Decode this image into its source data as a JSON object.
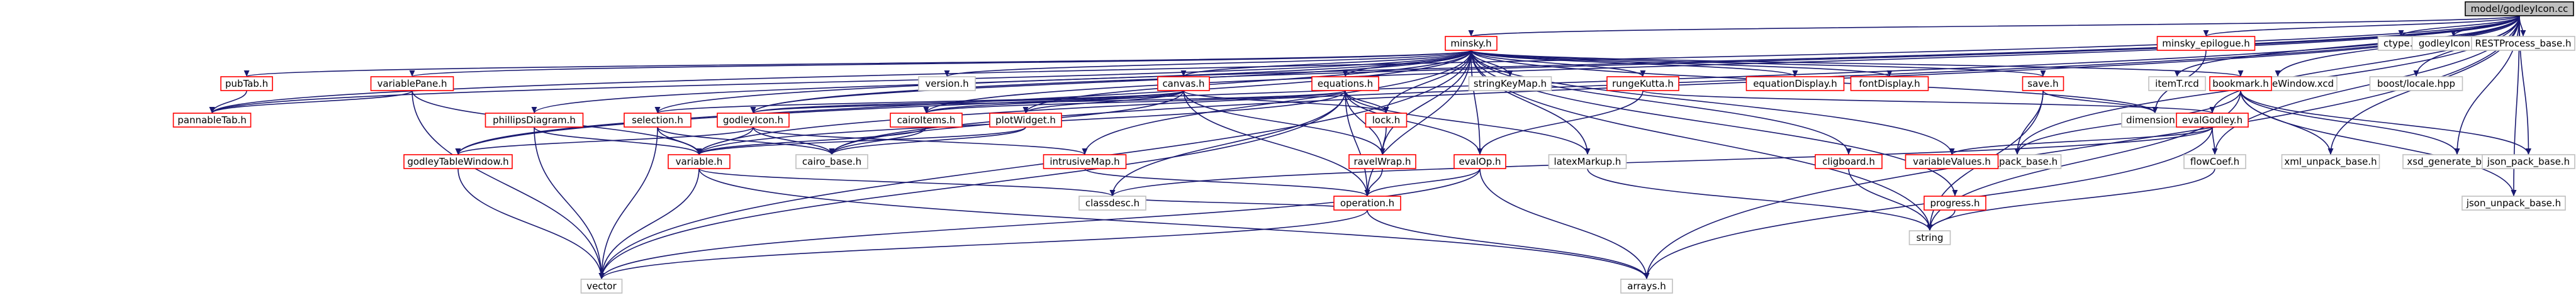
{
  "diagram": {
    "colors": {
      "root_fill": "#bfbfbf",
      "root_stroke": "#000000",
      "link_stroke": "#ff0000",
      "system_stroke": "#bfbfbf",
      "node_fill": "#ffffff",
      "edge": "#191970"
    },
    "nodes": [
      {
        "id": "root",
        "label": "model/godleyIcon.cc",
        "kind": "root"
      },
      {
        "id": "minsky",
        "label": "minsky.h",
        "kind": "link"
      },
      {
        "id": "minsky_epilogue",
        "label": "minsky_epilogue.h",
        "kind": "link"
      },
      {
        "id": "ctype",
        "label": "ctype.h",
        "kind": "system"
      },
      {
        "id": "godleyIcon_rcd",
        "label": "godleyIcon.rcd",
        "kind": "system"
      },
      {
        "id": "RESTProcess_base",
        "label": "RESTProcess_base.h",
        "kind": "system"
      },
      {
        "id": "itemT_rcd",
        "label": "itemT.rcd",
        "kind": "system"
      },
      {
        "id": "godleyTableWindow_xcd",
        "label": "godleyTableWindow.xcd",
        "kind": "system"
      },
      {
        "id": "boost_locale",
        "label": "boost/locale.hpp",
        "kind": "system"
      },
      {
        "id": "pubTab",
        "label": "pubTab.h",
        "kind": "link"
      },
      {
        "id": "variablePane",
        "label": "variablePane.h",
        "kind": "link"
      },
      {
        "id": "version",
        "label": "version.h",
        "kind": "system"
      },
      {
        "id": "canvas",
        "label": "canvas.h",
        "kind": "link"
      },
      {
        "id": "equations",
        "label": "equations.h",
        "kind": "link"
      },
      {
        "id": "stringKeyMap",
        "label": "stringKeyMap.h",
        "kind": "system"
      },
      {
        "id": "rungeKutta",
        "label": "rungeKutta.h",
        "kind": "link"
      },
      {
        "id": "equationDisplay",
        "label": "equationDisplay.h",
        "kind": "link"
      },
      {
        "id": "fontDisplay",
        "label": "fontDisplay.h",
        "kind": "link"
      },
      {
        "id": "save",
        "label": "save.h",
        "kind": "link"
      },
      {
        "id": "bookmark",
        "label": "bookmark.h",
        "kind": "link"
      },
      {
        "id": "dimension",
        "label": "dimension.h",
        "kind": "system"
      },
      {
        "id": "pannableTab",
        "label": "pannableTab.h",
        "kind": "link"
      },
      {
        "id": "phillipsDiagram",
        "label": "phillipsDiagram.h",
        "kind": "link"
      },
      {
        "id": "selection",
        "label": "selection.h",
        "kind": "link"
      },
      {
        "id": "godleyIcon_h",
        "label": "godleyIcon.h",
        "kind": "link"
      },
      {
        "id": "cairoItems",
        "label": "cairoItems.h",
        "kind": "link"
      },
      {
        "id": "plotWidget",
        "label": "plotWidget.h",
        "kind": "link"
      },
      {
        "id": "lock",
        "label": "lock.h",
        "kind": "link"
      },
      {
        "id": "xml_pack_base",
        "label": "xml_pack_base.h",
        "kind": "system"
      },
      {
        "id": "evalGodley",
        "label": "evalGodley.h",
        "kind": "link"
      },
      {
        "id": "xml_unpack_base",
        "label": "xml_unpack_base.h",
        "kind": "system"
      },
      {
        "id": "xsd_generate_base",
        "label": "xsd_generate_base.h",
        "kind": "system"
      },
      {
        "id": "json_pack_base",
        "label": "json_pack_base.h",
        "kind": "system"
      },
      {
        "id": "json_unpack_base",
        "label": "json_unpack_base.h",
        "kind": "system"
      },
      {
        "id": "godleyTableWindow_h",
        "label": "godleyTableWindow.h",
        "kind": "link"
      },
      {
        "id": "variable",
        "label": "variable.h",
        "kind": "link"
      },
      {
        "id": "cairo_base",
        "label": "cairo_base.h",
        "kind": "system"
      },
      {
        "id": "intrusiveMap",
        "label": "intrusiveMap.h",
        "kind": "link"
      },
      {
        "id": "latexMarkup",
        "label": "latexMarkup.h",
        "kind": "system"
      },
      {
        "id": "ravelWrap",
        "label": "ravelWrap.h",
        "kind": "link"
      },
      {
        "id": "evalOp",
        "label": "evalOp.h",
        "kind": "link"
      },
      {
        "id": "variableValues",
        "label": "variableValues.h",
        "kind": "link"
      },
      {
        "id": "cligboard",
        "label": "cligboard.h",
        "kind": "link"
      },
      {
        "id": "progress",
        "label": "progress.h",
        "kind": "link"
      },
      {
        "id": "flowCoef",
        "label": "flowCoef.h",
        "kind": "system"
      },
      {
        "id": "classdesc",
        "label": "classdesc.h",
        "kind": "system"
      },
      {
        "id": "operation",
        "label": "operation.h",
        "kind": "link"
      },
      {
        "id": "string",
        "label": "string",
        "kind": "system"
      },
      {
        "id": "vector",
        "label": "vector",
        "kind": "system"
      },
      {
        "id": "arrays",
        "label": "arrays.h",
        "kind": "system"
      }
    ],
    "edges": [
      [
        "root",
        "minsky"
      ],
      [
        "root",
        "minsky_epilogue"
      ],
      [
        "root",
        "ctype"
      ],
      [
        "root",
        "godleyIcon_rcd"
      ],
      [
        "root",
        "RESTProcess_base"
      ],
      [
        "root",
        "itemT_rcd"
      ],
      [
        "root",
        "godleyTableWindow_xcd"
      ],
      [
        "root",
        "boost_locale"
      ],
      [
        "root",
        "pannableTab"
      ],
      [
        "root",
        "selection"
      ],
      [
        "root",
        "godleyIcon_h"
      ],
      [
        "root",
        "cairoItems"
      ],
      [
        "root",
        "xml_pack_base"
      ],
      [
        "root",
        "evalGodley"
      ],
      [
        "root",
        "xml_unpack_base"
      ],
      [
        "root",
        "xsd_generate_base"
      ],
      [
        "root",
        "json_pack_base"
      ],
      [
        "root",
        "json_unpack_base"
      ],
      [
        "root",
        "godleyTableWindow_h"
      ],
      [
        "root",
        "flowCoef"
      ],
      [
        "root",
        "arrays"
      ],
      [
        "root",
        "cairo_base"
      ],
      [
        "root",
        "variable"
      ],
      [
        "minsky",
        "pubTab"
      ],
      [
        "minsky",
        "variablePane"
      ],
      [
        "minsky",
        "version"
      ],
      [
        "minsky",
        "canvas"
      ],
      [
        "minsky",
        "equations"
      ],
      [
        "minsky",
        "stringKeyMap"
      ],
      [
        "minsky",
        "rungeKutta"
      ],
      [
        "minsky",
        "equationDisplay"
      ],
      [
        "minsky",
        "fontDisplay"
      ],
      [
        "minsky",
        "save"
      ],
      [
        "minsky",
        "bookmark"
      ],
      [
        "minsky",
        "dimension"
      ],
      [
        "minsky",
        "phillipsDiagram"
      ],
      [
        "minsky",
        "godleyIcon_h"
      ],
      [
        "minsky",
        "plotWidget"
      ],
      [
        "minsky",
        "lock"
      ],
      [
        "minsky",
        "variableValues"
      ],
      [
        "minsky",
        "cligboard"
      ],
      [
        "minsky",
        "progress"
      ],
      [
        "minsky",
        "operation"
      ],
      [
        "minsky",
        "evalOp"
      ],
      [
        "minsky",
        "latexMarkup"
      ],
      [
        "minsky",
        "ravelWrap"
      ],
      [
        "minsky",
        "string"
      ],
      [
        "minsky",
        "intrusiveMap"
      ],
      [
        "minsky",
        "vector"
      ],
      [
        "minsky",
        "godleyTableWindow_h"
      ],
      [
        "minsky",
        "pannableTab"
      ],
      [
        "minsky_epilogue",
        "dimension"
      ],
      [
        "pubTab",
        "pannableTab"
      ],
      [
        "variablePane",
        "pannableTab"
      ],
      [
        "variablePane",
        "variable"
      ],
      [
        "variablePane",
        "vector"
      ],
      [
        "canvas",
        "selection"
      ],
      [
        "canvas",
        "godleyIcon_h"
      ],
      [
        "canvas",
        "cairoItems"
      ],
      [
        "canvas",
        "plotWidget"
      ],
      [
        "canvas",
        "lock"
      ],
      [
        "canvas",
        "ravelWrap"
      ],
      [
        "canvas",
        "cairo_base"
      ],
      [
        "canvas",
        "operation"
      ],
      [
        "equations",
        "godleyIcon_h"
      ],
      [
        "equations",
        "cairoItems"
      ],
      [
        "equations",
        "lock"
      ],
      [
        "equations",
        "evalOp"
      ],
      [
        "equations",
        "operation"
      ],
      [
        "equations",
        "variable"
      ],
      [
        "equations",
        "classdesc"
      ],
      [
        "equations",
        "ravelWrap"
      ],
      [
        "equations",
        "latexMarkup"
      ],
      [
        "equations",
        "vector"
      ],
      [
        "rungeKutta",
        "evalOp"
      ],
      [
        "rungeKutta",
        "evalGodley"
      ],
      [
        "save",
        "xml_pack_base"
      ],
      [
        "save",
        "string"
      ],
      [
        "save",
        "dimension"
      ],
      [
        "bookmark",
        "xml_pack_base"
      ],
      [
        "bookmark",
        "xml_unpack_base"
      ],
      [
        "bookmark",
        "xsd_generate_base"
      ],
      [
        "bookmark",
        "json_pack_base"
      ],
      [
        "bookmark",
        "json_unpack_base"
      ],
      [
        "bookmark",
        "string"
      ],
      [
        "phillipsDiagram",
        "variable"
      ],
      [
        "phillipsDiagram",
        "vector"
      ],
      [
        "selection",
        "variable"
      ],
      [
        "selection",
        "cairo_base"
      ],
      [
        "selection",
        "vector"
      ],
      [
        "godleyIcon_h",
        "variable"
      ],
      [
        "godleyIcon_h",
        "cairo_base"
      ],
      [
        "godleyIcon_h",
        "godleyTableWindow_h"
      ],
      [
        "godleyIcon_h",
        "intrusiveMap"
      ],
      [
        "cairoItems",
        "cairo_base"
      ],
      [
        "cairoItems",
        "variable"
      ],
      [
        "plotWidget",
        "variable"
      ],
      [
        "plotWidget",
        "cairo_base"
      ],
      [
        "lock",
        "ravelWrap"
      ],
      [
        "evalGodley",
        "variableValues"
      ],
      [
        "evalGodley",
        "flowCoef"
      ],
      [
        "evalGodley",
        "classdesc"
      ],
      [
        "evalGodley",
        "arrays"
      ],
      [
        "godleyTableWindow_h",
        "vector"
      ],
      [
        "variable",
        "vector"
      ],
      [
        "variable",
        "arrays"
      ],
      [
        "variable",
        "classdesc"
      ],
      [
        "intrusiveMap",
        "operation"
      ],
      [
        "latexMarkup",
        "string"
      ],
      [
        "ravelWrap",
        "operation"
      ],
      [
        "evalOp",
        "operation"
      ],
      [
        "evalOp",
        "vector"
      ],
      [
        "evalOp",
        "arrays"
      ],
      [
        "cligboard",
        "string"
      ],
      [
        "progress",
        "string"
      ],
      [
        "flowCoef",
        "string"
      ],
      [
        "operation",
        "vector"
      ],
      [
        "operation",
        "arrays"
      ],
      [
        "operation",
        "classdesc"
      ]
    ]
  }
}
